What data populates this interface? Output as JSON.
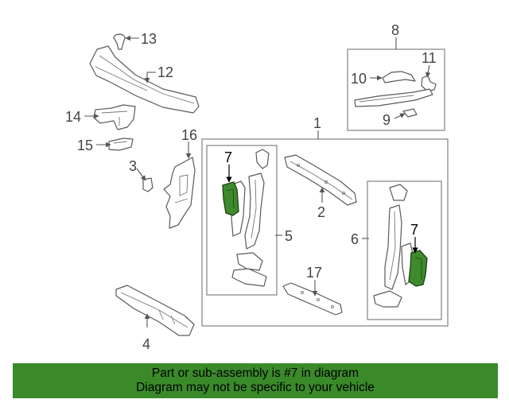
{
  "diagram": {
    "callouts": {
      "c1": "1",
      "c2": "2",
      "c3": "3",
      "c4": "4",
      "c5": "5",
      "c6": "6",
      "c7a": "7",
      "c7b": "7",
      "c8": "8",
      "c9": "9",
      "c10": "10",
      "c11": "11",
      "c12": "12",
      "c13": "13",
      "c14": "14",
      "c15": "15",
      "c16": "16",
      "c17": "17"
    },
    "highlight_part": "7",
    "highlight_color": "#3d8b2c"
  },
  "banner": {
    "line1": "Part or sub-assembly is #7 in diagram",
    "line2": "Diagram may not be specific to your vehicle",
    "background": "#3a8a2a"
  }
}
